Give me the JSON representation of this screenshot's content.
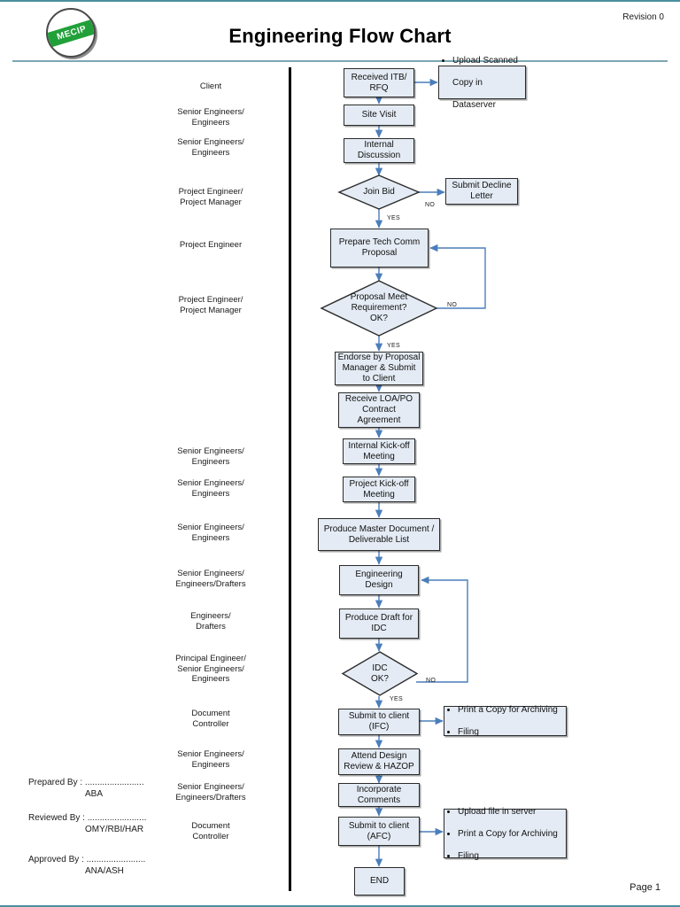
{
  "document": {
    "title": "Engineering Flow Chart",
    "revision": "Revision 0",
    "page_number": "Page 1",
    "logo_text": "MECIP"
  },
  "colors": {
    "node_fill": "#e4ebf4",
    "node_border": "#2b2b2b",
    "connector": "#4a7ebb",
    "lane_divider": "#000000",
    "header_rule": "#7ba7b5",
    "logo_band": "#21a03a"
  },
  "roles": [
    {
      "id": "client",
      "label": "Client"
    },
    {
      "id": "site-visit",
      "label": "Senior Engineers/\nEngineers"
    },
    {
      "id": "internal-discussion",
      "label": "Senior Engineers/\nEngineers"
    },
    {
      "id": "join-bid",
      "label": "Project Engineer/\nProject Manager"
    },
    {
      "id": "prepare-tech-comm",
      "label": "Project Engineer"
    },
    {
      "id": "proposal-meet-req",
      "label": "Project Engineer/\nProject Manager"
    },
    {
      "id": "internal-kickoff",
      "label": "Senior Engineers/\nEngineers"
    },
    {
      "id": "project-kickoff",
      "label": "Senior Engineers/\nEngineers"
    },
    {
      "id": "master-document",
      "label": "Senior Engineers/\nEngineers"
    },
    {
      "id": "engineering-design",
      "label": "Senior Engineers/\nEngineers/Drafters"
    },
    {
      "id": "produce-draft",
      "label": "Engineers/\nDrafters"
    },
    {
      "id": "idc-ok",
      "label": "Principal Engineer/\nSenior Engineers/\nEngineers"
    },
    {
      "id": "submit-ifc",
      "label": "Document\nController"
    },
    {
      "id": "attend-design-review",
      "label": "Senior Engineers/\nEngineers"
    },
    {
      "id": "incorporate-comments",
      "label": "Senior Engineers/\nEngineers/Drafters"
    },
    {
      "id": "submit-afc",
      "label": "Document\nController"
    }
  ],
  "nodes": {
    "received_itb": "Received ITB/\nRFQ",
    "site_visit": "Site Visit",
    "internal_discussion": "Internal\nDiscussion",
    "join_bid": "Join Bid",
    "submit_decline": "Submit Decline\nLetter",
    "prepare_tech_comm": "Prepare Tech Comm\nProposal",
    "proposal_meet_req": "Proposal Meet\nRequirement?\nOK?",
    "endorse_proposal": "Endorse by Proposal\nManager  & Submit\nto Client",
    "receive_loa": "Receive LOA/PO\nContract\nAgreement",
    "internal_kickoff": "Internal Kick-off\nMeeting",
    "project_kickoff": "Project Kick-off\nMeeting",
    "master_document": "Produce Master Document /\nDeliverable List",
    "engineering_design": "Engineering\nDesign",
    "produce_draft": "Produce Draft for\nIDC",
    "idc_ok": "IDC\nOK?",
    "submit_ifc": "Submit to client\n(IFC)",
    "attend_design_review": "Attend Design\nReview & HAZOP",
    "incorporate_comments": "Incorporate\nComments",
    "submit_afc": "Submit to client\n(AFC)",
    "end": "END"
  },
  "side_lists": {
    "upload_scanned": [
      "Upload Scanned",
      "Copy in",
      "Dataserver"
    ],
    "ifc_actions": [
      "Print a Copy for Archiving",
      "Filing"
    ],
    "afc_actions": [
      "Upload file in server",
      "Print a Copy for Archiving",
      "Filing"
    ]
  },
  "edge_labels": {
    "join_bid_no": "NO",
    "join_bid_yes": "YES",
    "proposal_no": "NO",
    "proposal_yes": "YES",
    "idc_no": "NO",
    "idc_yes": "YES"
  },
  "signatures": [
    {
      "id": "prepared",
      "label": "Prepared By : ........................",
      "name": "ABA"
    },
    {
      "id": "reviewed",
      "label": "Reviewed By : ........................",
      "name": "OMY/RBI/HAR"
    },
    {
      "id": "approved",
      "label": "Approved By : ........................",
      "name": "ANA/ASH"
    }
  ]
}
